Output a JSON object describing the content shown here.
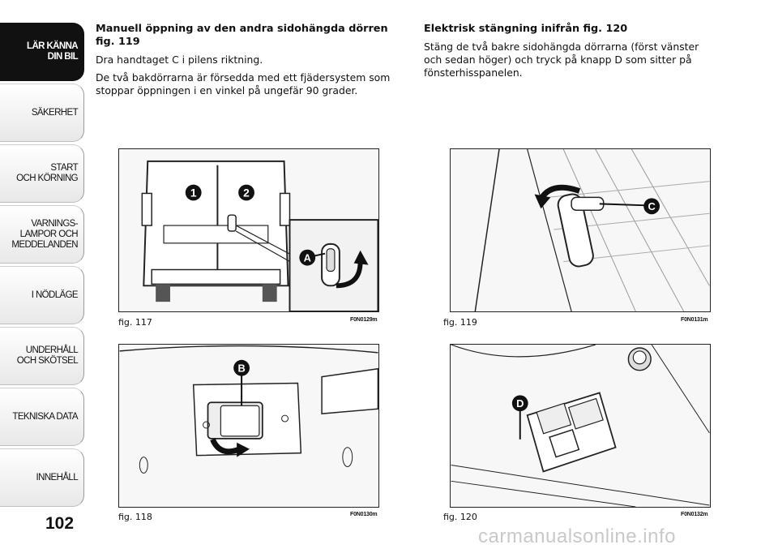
{
  "sidebar": {
    "tabs": [
      {
        "label": "LÄR KÄNNA\nDIN BIL",
        "active": true
      },
      {
        "label": "SÄKERHET",
        "active": false
      },
      {
        "label": "START\nOCH KÖRNING",
        "active": false
      },
      {
        "label": "VARNINGS-\nLAMPOR OCH\nMEDDELANDEN",
        "active": false
      },
      {
        "label": "I NÖDLÄGE",
        "active": false
      },
      {
        "label": "UNDERHÅLL\nOCH SKÖTSEL",
        "active": false
      },
      {
        "label": "TEKNISKA DATA",
        "active": false
      },
      {
        "label": "INNEHÅLL",
        "active": false
      }
    ]
  },
  "page_number": "102",
  "left_column": {
    "heading": "Manuell öppning av den andra sidohängda dörren fig. 119",
    "paragraphs": [
      "Dra handtaget C i pilens riktning.",
      "De två bakdörrarna är försedda med ett fjädersystem som stoppar öppningen i en vinkel på ungefär 90 grader."
    ]
  },
  "right_column": {
    "heading": "Elektrisk stängning inifrån fig. 120",
    "paragraphs": [
      "Stäng de två bakre sidohängda dörrarna (först vänster och sedan höger) och tryck på knapp D som sitter på fönsterhisspanelen."
    ]
  },
  "figures": {
    "fig117": {
      "caption": "fig. 117",
      "code": "F0N0129m",
      "labels": [
        "1",
        "2",
        "A"
      ]
    },
    "fig118": {
      "caption": "fig. 118",
      "code": "F0N0130m",
      "labels": [
        "B"
      ]
    },
    "fig119": {
      "caption": "fig. 119",
      "code": "F0N0131m",
      "labels": [
        "C"
      ]
    },
    "fig120": {
      "caption": "fig. 120",
      "code": "F0N0132m",
      "labels": [
        "D"
      ]
    }
  },
  "watermark": "carmanualsonline.info",
  "colors": {
    "tab_active": "#111111",
    "badge": "#111111",
    "watermark": "#c9c9c9"
  }
}
